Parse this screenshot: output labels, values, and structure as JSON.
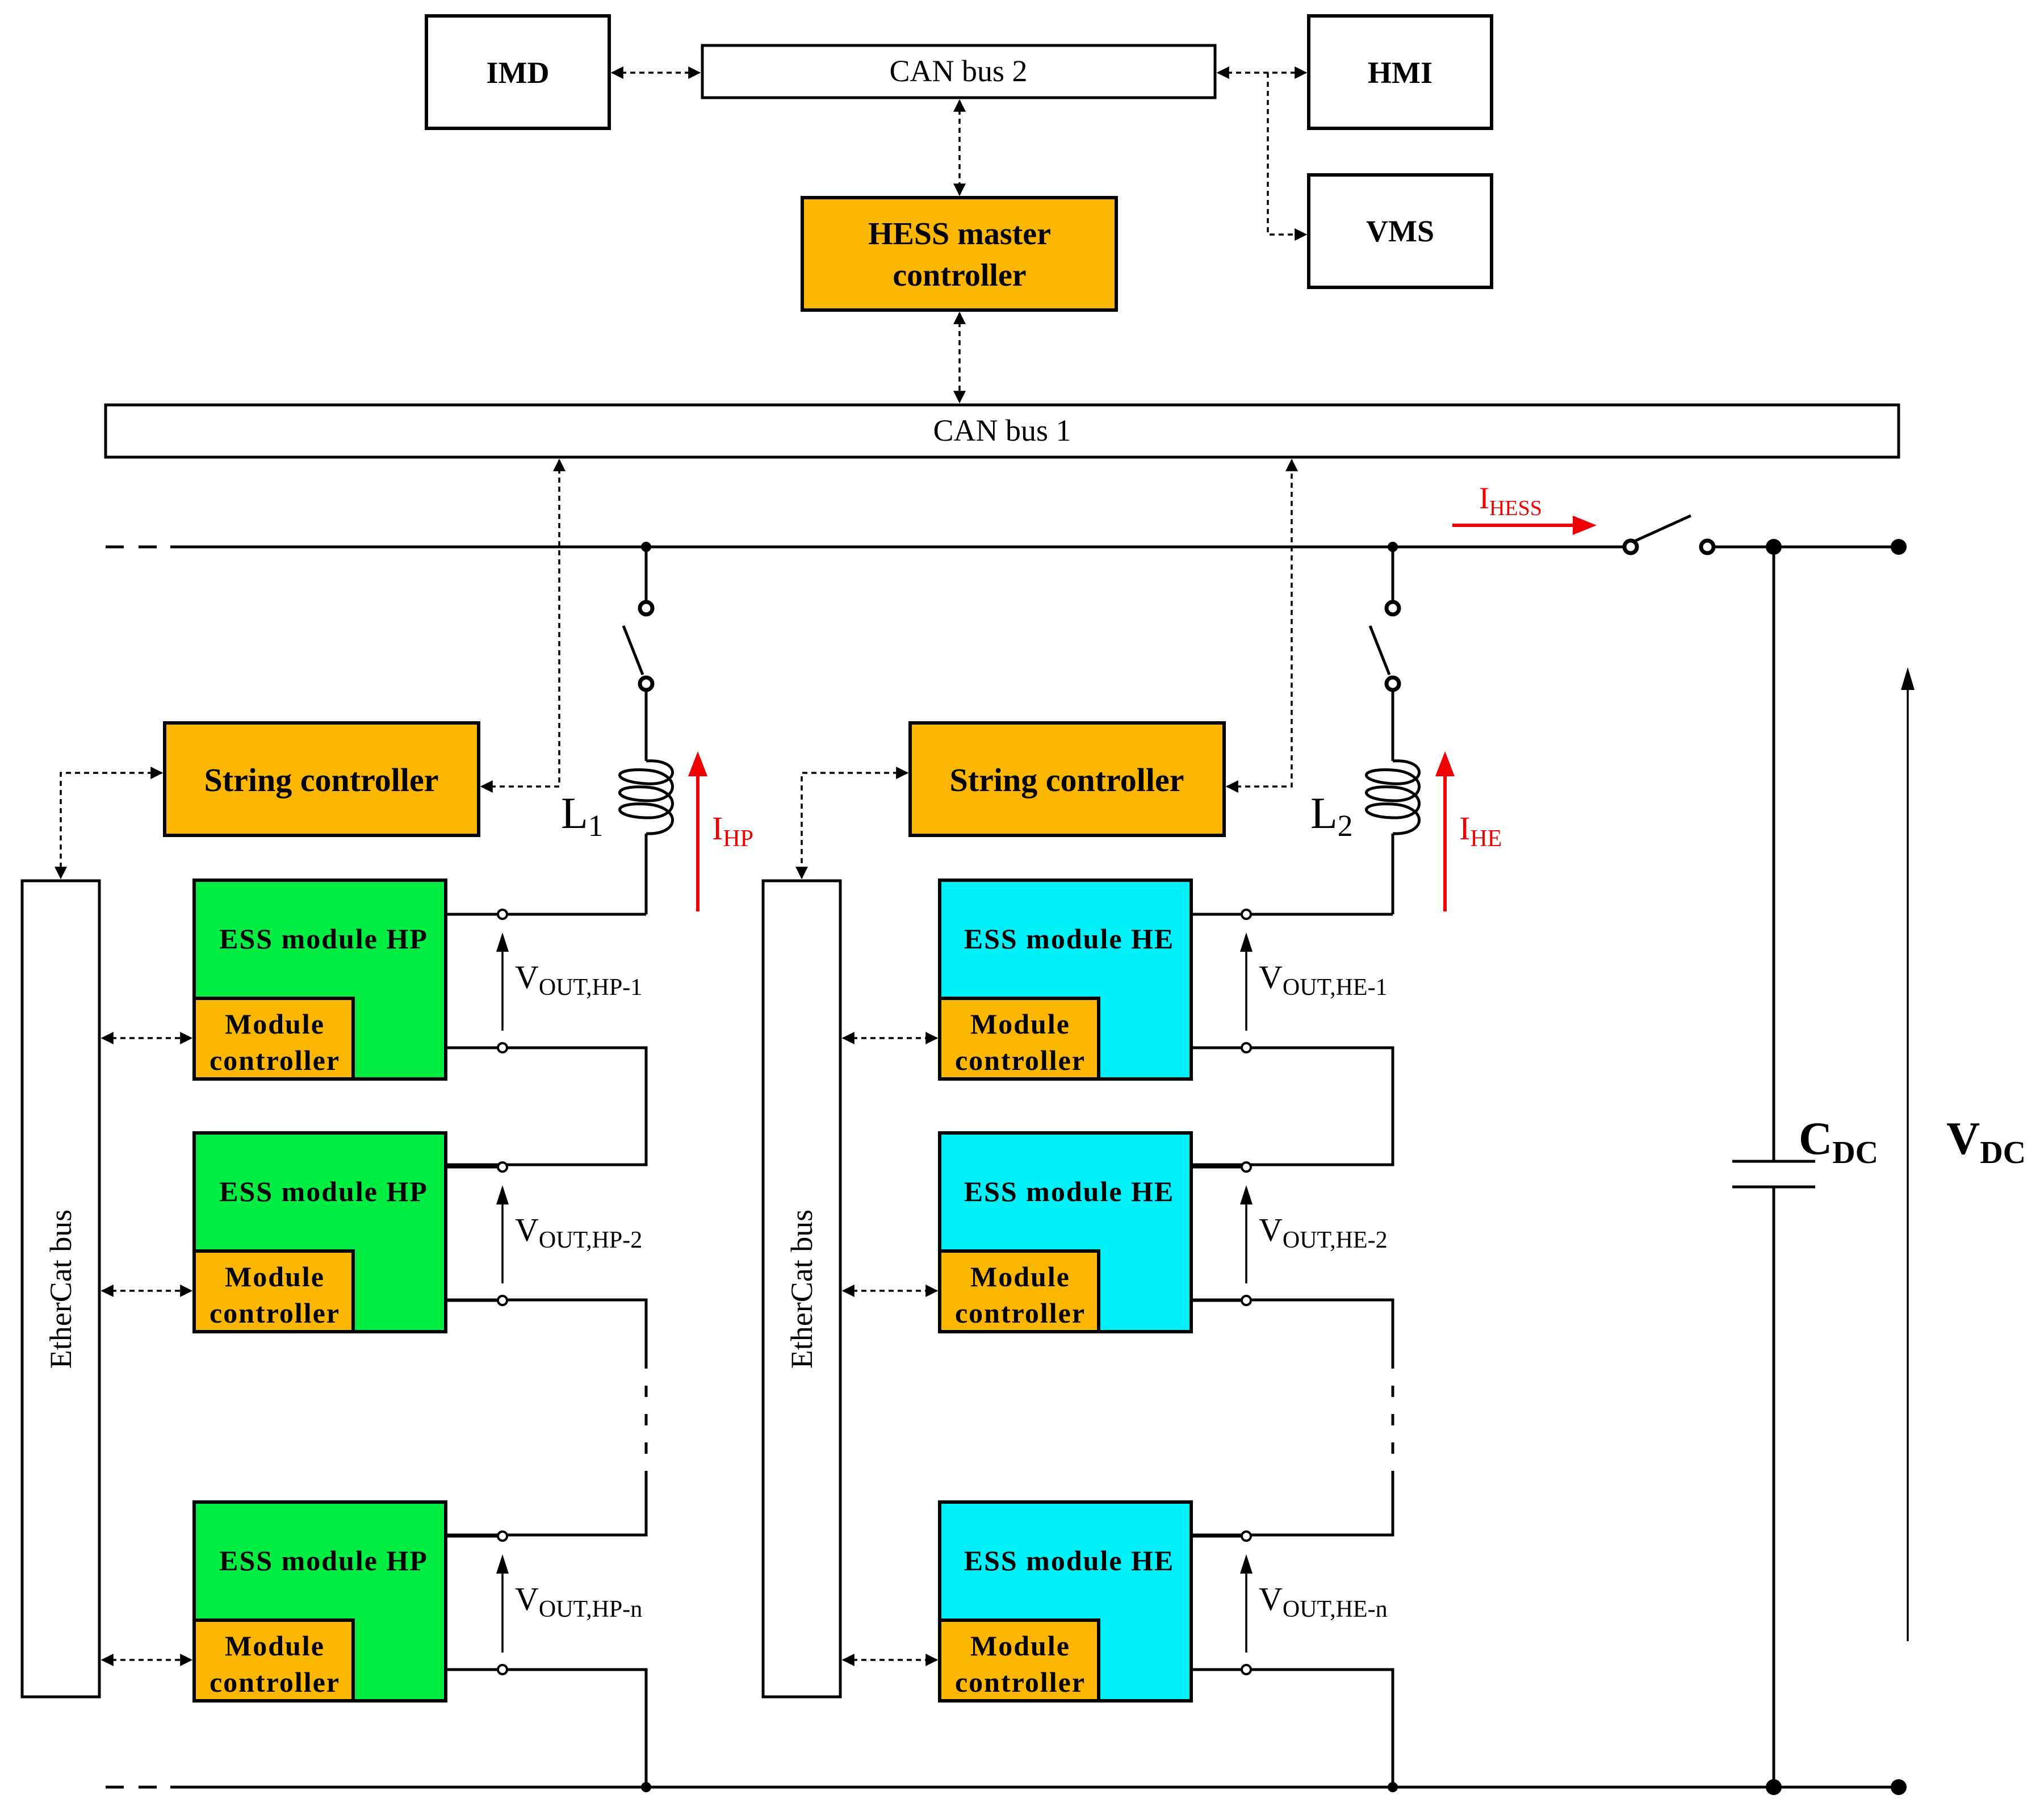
{
  "colors": {
    "controller": "#FBB600",
    "module_hp": "#00EE44",
    "module_he": "#00F0F8",
    "current_arrow": "#EE0000"
  },
  "top": {
    "imd": "IMD",
    "can_bus_2": "CAN bus 2",
    "hmi": "HMI",
    "vms": "VMS",
    "master_line1": "HESS master",
    "master_line2": "controller",
    "can_bus_1": "CAN bus 1"
  },
  "string_hp": {
    "string_controller": "String controller",
    "ethercat": "EtherCat bus",
    "inductor": "L",
    "inductor_sub": "1",
    "current": "I",
    "current_sub": "HP",
    "modules": [
      {
        "title": "ESS module HP",
        "ctrl1": "Module",
        "ctrl2": "controller",
        "v": "V",
        "v_sub": "OUT,HP-1"
      },
      {
        "title": "ESS module HP",
        "ctrl1": "Module",
        "ctrl2": "controller",
        "v": "V",
        "v_sub": "OUT,HP-2"
      },
      {
        "title": "ESS module HP",
        "ctrl1": "Module",
        "ctrl2": "controller",
        "v": "V",
        "v_sub": "OUT,HP-n"
      }
    ]
  },
  "string_he": {
    "string_controller": "String controller",
    "ethercat": "EtherCat bus",
    "inductor": "L",
    "inductor_sub": "2",
    "current": "I",
    "current_sub": "HE",
    "modules": [
      {
        "title": "ESS module HE",
        "ctrl1": "Module",
        "ctrl2": "controller",
        "v": "V",
        "v_sub": "OUT,HE-1"
      },
      {
        "title": "ESS module HE",
        "ctrl1": "Module",
        "ctrl2": "controller",
        "v": "V",
        "v_sub": "OUT,HE-2"
      },
      {
        "title": "ESS module HE",
        "ctrl1": "Module",
        "ctrl2": "controller",
        "v": "V",
        "v_sub": "OUT,HE-n"
      }
    ]
  },
  "dc": {
    "ihess": "I",
    "ihess_sub": "HESS",
    "cdc": "C",
    "cdc_sub": "DC",
    "vdc": "V",
    "vdc_sub": "DC"
  }
}
